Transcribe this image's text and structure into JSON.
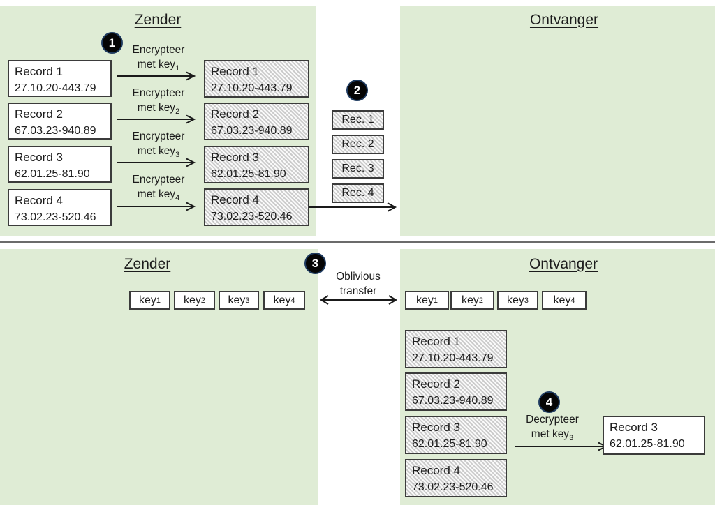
{
  "titles": {
    "top_sender": "Zender",
    "top_receiver": "Ontvanger",
    "bottom_sender": "Zender",
    "bottom_receiver": "Ontvanger"
  },
  "badges": {
    "step1": "1",
    "step2": "2",
    "step3": "3",
    "step4": "4"
  },
  "plain_records": [
    {
      "title": "Record 1",
      "value": "27.10.20-443.79"
    },
    {
      "title": "Record 2",
      "value": "67.03.23-940.89"
    },
    {
      "title": "Record 3",
      "value": "62.01.25-81.90"
    },
    {
      "title": "Record 4",
      "value": "73.02.23-520.46"
    }
  ],
  "encrypt_labels": [
    {
      "action": "Encrypteer",
      "prefix": "met key",
      "sub": "1"
    },
    {
      "action": "Encrypteer",
      "prefix": "met key",
      "sub": "2"
    },
    {
      "action": "Encrypteer",
      "prefix": "met key",
      "sub": "3"
    },
    {
      "action": "Encrypteer",
      "prefix": "met key",
      "sub": "4"
    }
  ],
  "encrypted_records": [
    {
      "title": "Record 1",
      "value": "27.10.20-443.79"
    },
    {
      "title": "Record 2",
      "value": "67.03.23-940.89"
    },
    {
      "title": "Record 3",
      "value": "62.01.25-81.90"
    },
    {
      "title": "Record 4",
      "value": "73.02.23-520.46"
    }
  ],
  "transfer_items": [
    "Rec. 1",
    "Rec. 2",
    "Rec. 3",
    "Rec. 4"
  ],
  "sender_keys": [
    {
      "base": "key",
      "sub": "1"
    },
    {
      "base": "key",
      "sub": "2"
    },
    {
      "base": "key",
      "sub": "3"
    },
    {
      "base": "key",
      "sub": "4"
    }
  ],
  "oblivious_label": {
    "line1": "Oblivious",
    "line2": "transfer"
  },
  "receiver_keys": [
    {
      "base": "key",
      "sub": "1",
      "encrypted": true
    },
    {
      "base": "key",
      "sub": "2",
      "encrypted": true
    },
    {
      "base": "key",
      "sub": "3",
      "encrypted": false
    },
    {
      "base": "key",
      "sub": "4",
      "encrypted": true
    }
  ],
  "receiver_records": [
    {
      "title": "Record 1",
      "value": "27.10.20-443.79"
    },
    {
      "title": "Record 2",
      "value": "67.03.23-940.89"
    },
    {
      "title": "Record 3",
      "value": "62.01.25-81.90"
    },
    {
      "title": "Record 4",
      "value": "73.02.23-520.46"
    }
  ],
  "decrypt_label": {
    "action": "Decrypteer",
    "prefix": "met key",
    "sub": "3"
  },
  "result_record": {
    "title": "Record 3",
    "value": "62.01.25-81.90"
  },
  "colors": {
    "panel_green": "#dfecd5",
    "hatch_stripe": "#cbcbcb",
    "box_border": "#3b3b3b",
    "badge_fill": "#050505",
    "badge_ring": "#1e3a5f",
    "divider_gray": "#6b6b6b",
    "text": "#1c1c1c"
  }
}
